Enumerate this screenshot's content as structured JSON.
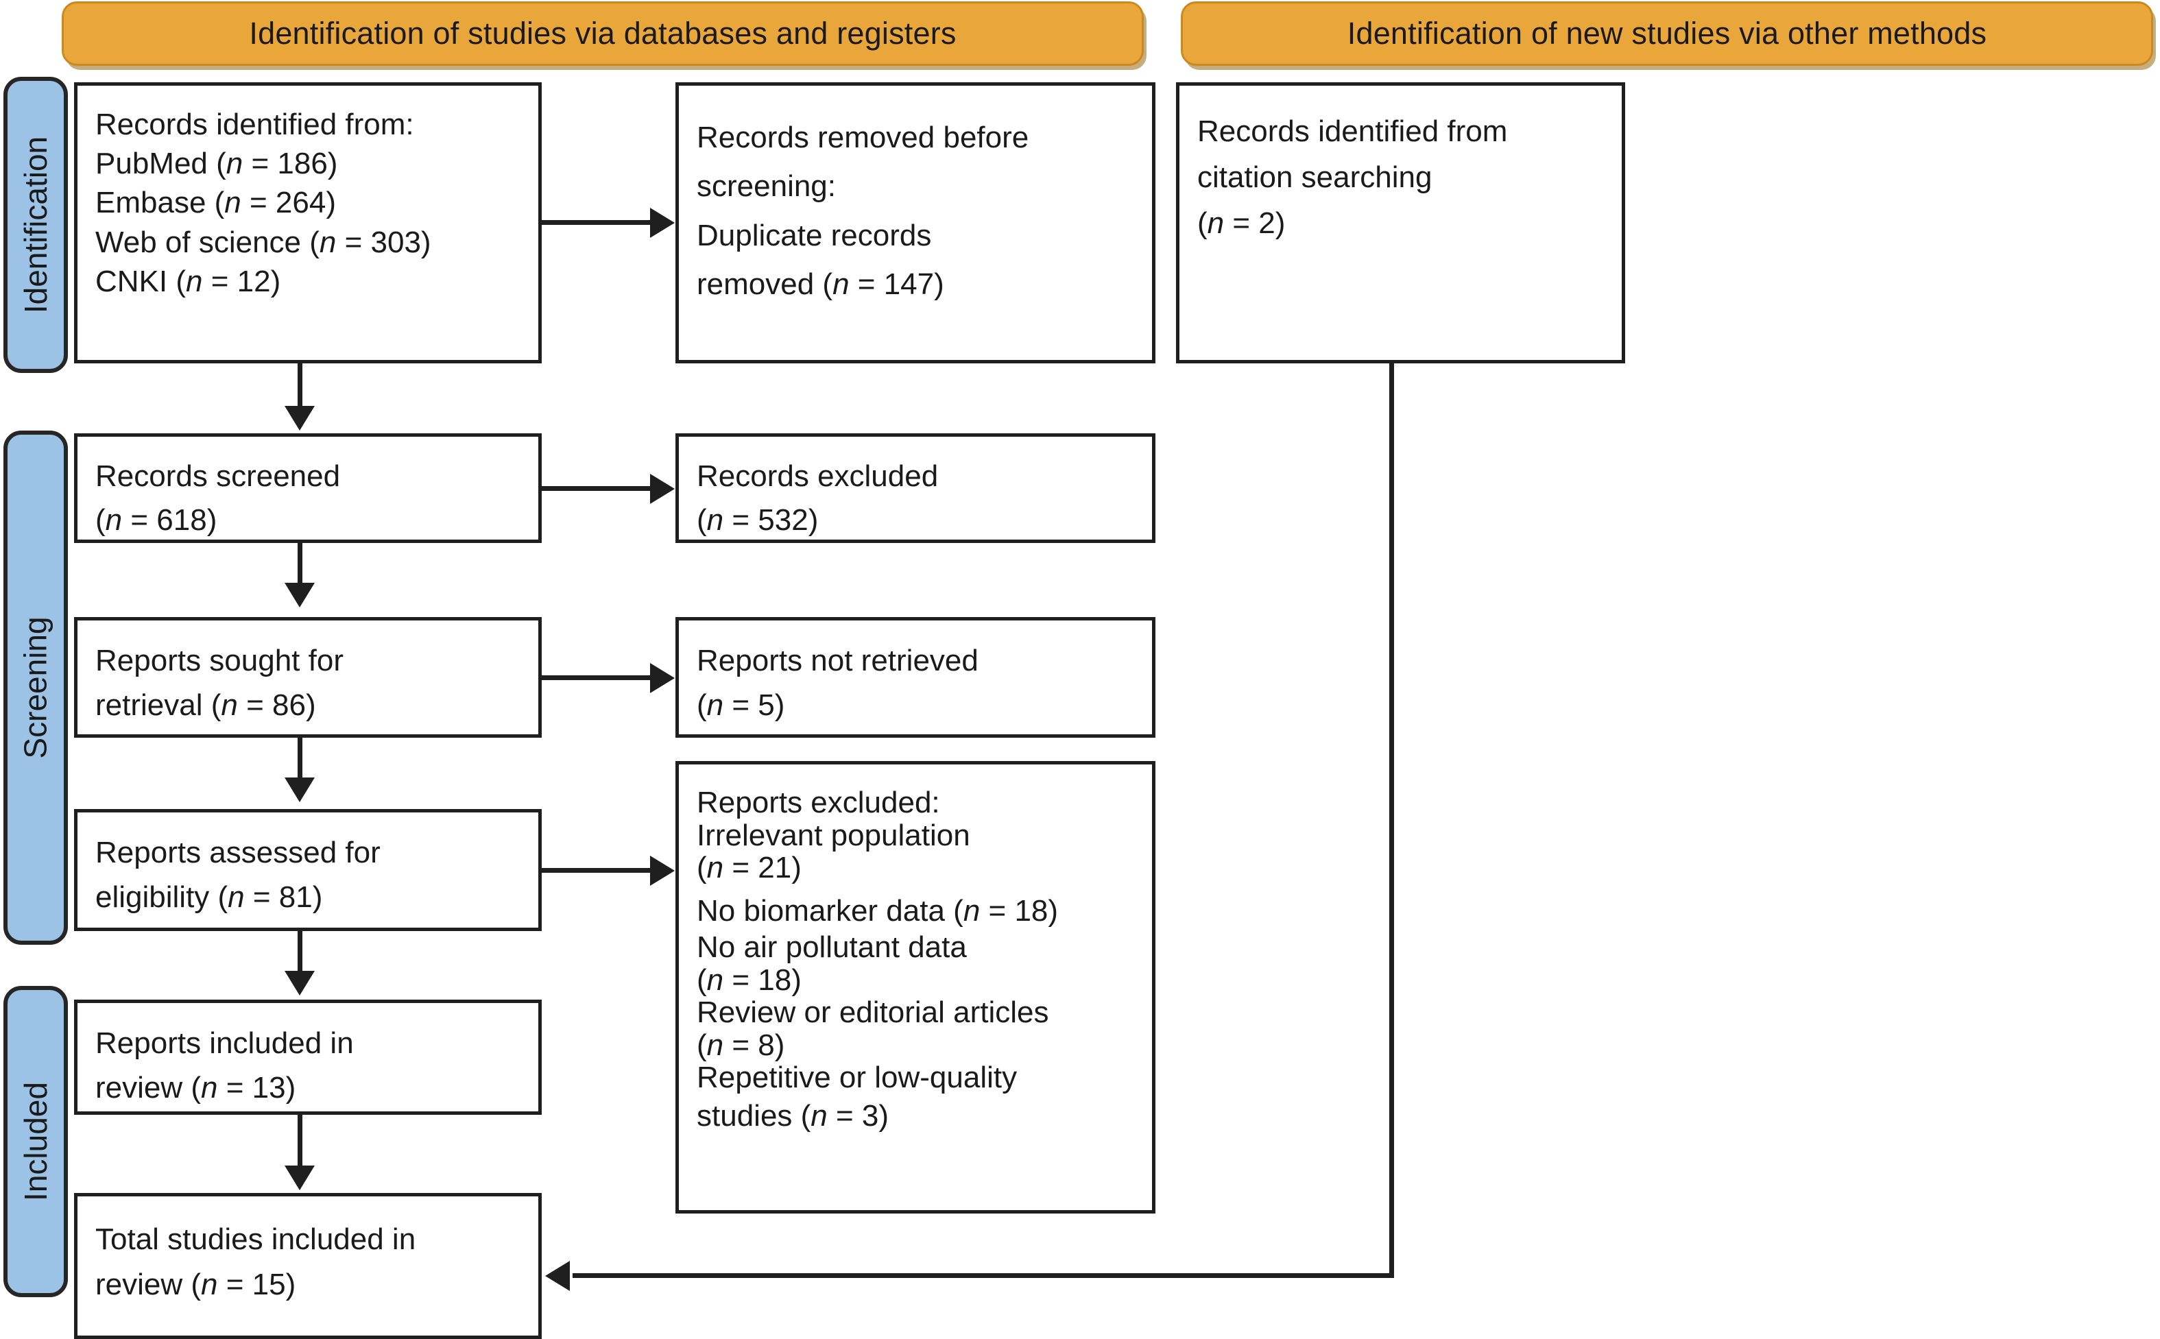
{
  "figure": {
    "type": "prisma-flow-diagram",
    "title": "PRISMA 2020 flow diagram"
  },
  "headers": [
    {
      "id": "databases",
      "label": "Identification of studies via databases and registers"
    },
    {
      "id": "other-methods",
      "label": "Identification of new studies via other methods"
    }
  ],
  "stages": [
    {
      "id": "identification",
      "label": "Identification"
    },
    {
      "id": "screening",
      "label": "Screening"
    },
    {
      "id": "included",
      "label": "Included"
    }
  ],
  "boxes": {
    "records_identified": {
      "lines": [
        "Records identified from:",
        "PubMed (n = 186)",
        "Embase (n = 264)",
        "Web of science (n = 303)",
        "CNKI (n = 12)"
      ]
    },
    "records_removed": {
      "lines": [
        "Records removed before",
        "screening:",
        "Duplicate records",
        "removed (n = 147)"
      ]
    },
    "records_citation": {
      "lines": [
        "Records identified from",
        "citation searching",
        "(n = 2)"
      ]
    },
    "records_screened": {
      "lines": [
        "Records screened",
        "(n = 618)"
      ]
    },
    "records_excluded": {
      "lines": [
        "Records excluded",
        "(n = 532)"
      ]
    },
    "reports_sought": {
      "lines": [
        "Reports sought for",
        "retrieval (n = 86)"
      ]
    },
    "reports_not_retrieved": {
      "lines": [
        "Reports not retrieved",
        "(n = 5)"
      ]
    },
    "reports_assessed": {
      "lines": [
        "Reports assessed for",
        "eligibility (n = 81)"
      ]
    },
    "reports_excluded": {
      "lines": [
        "Reports excluded:",
        "Irrelevant population",
        "(n = 21)",
        "No biomarker data (n = 18)",
        "No air pollutant data",
        "(n = 18)",
        "Review or editorial articles",
        "(n = 8)",
        "Repetitive or low-quality",
        "studies (n = 3)"
      ]
    },
    "reports_included": {
      "lines": [
        "Reports included in",
        "review (n = 13)"
      ]
    },
    "total_included": {
      "lines": [
        "Total studies included in",
        "review (n = 15)"
      ]
    }
  },
  "counts": {
    "pubmed": 186,
    "embase": 264,
    "web_of_science": 303,
    "cnki": 12,
    "duplicates_removed": 147,
    "citation_searching": 2,
    "records_screened": 618,
    "records_excluded": 532,
    "reports_sought": 86,
    "reports_not_retrieved": 5,
    "reports_assessed": 81,
    "excluded_irrelevant_population": 21,
    "excluded_no_biomarker_data": 18,
    "excluded_no_air_pollutant_data": 18,
    "excluded_review_or_editorial": 8,
    "excluded_repetitive_low_quality": 3,
    "reports_included": 13,
    "total_studies_included": 15
  },
  "colors": {
    "header_fill": "#E9A63A",
    "header_border": "#C98A22",
    "stage_fill": "#9CC3E5",
    "stage_border": "#262626",
    "box_border": "#1f1f1f",
    "text": "#1a1a1a",
    "background": "#ffffff"
  }
}
